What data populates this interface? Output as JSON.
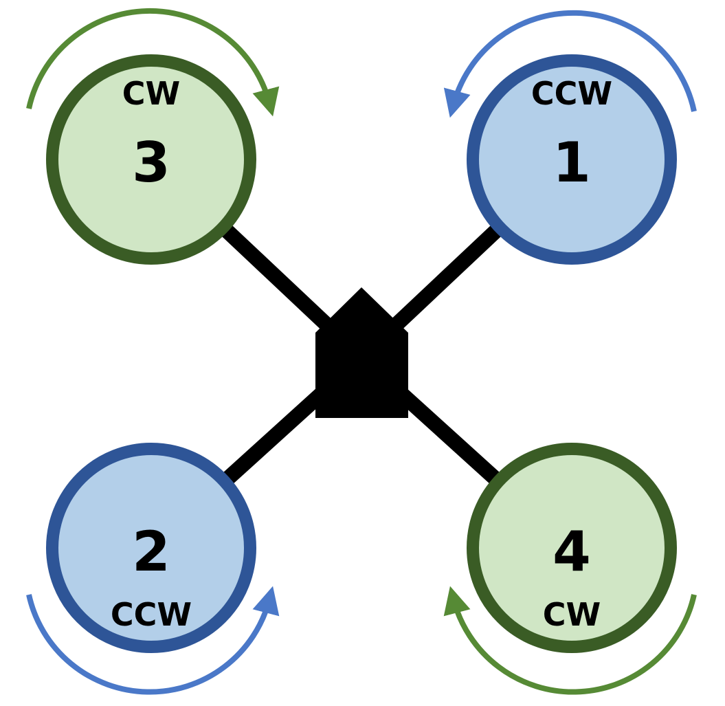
{
  "colors": {
    "ccw_fill": "#b3cfe9",
    "ccw_stroke": "#2e5597",
    "ccw_arrow": "#4a78c8",
    "cw_fill": "#d0e6c5",
    "cw_stroke": "#3a5c25",
    "cw_arrow": "#568a35",
    "frame": "#000000",
    "background": "#ffffff"
  },
  "motors": [
    {
      "number": "3",
      "direction": "CW"
    },
    {
      "number": "1",
      "direction": "CCW"
    },
    {
      "number": "2",
      "direction": "CCW"
    },
    {
      "number": "4",
      "direction": "CW"
    }
  ],
  "body_shape": "pentagon-arrow-up"
}
